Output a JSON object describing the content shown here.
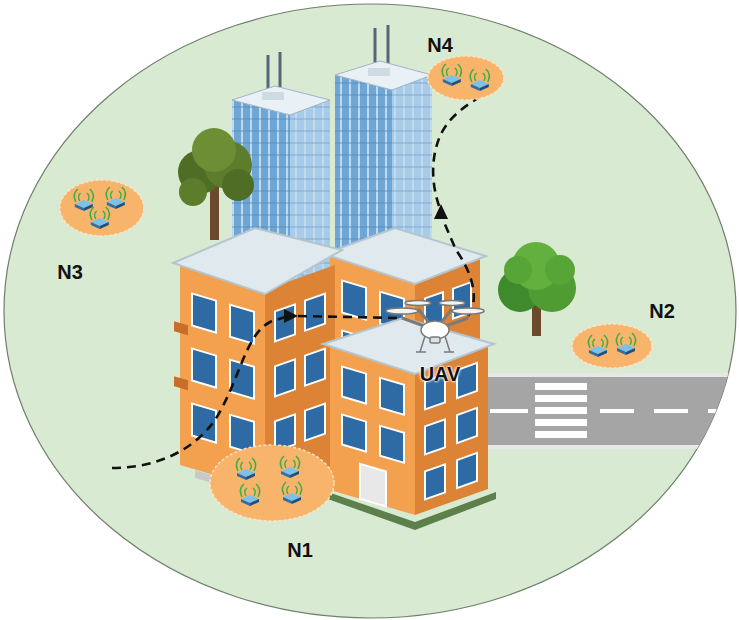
{
  "diagram": {
    "nodes": [
      {
        "text": [
          "N4"
        ]
      },
      {
        "text": [
          "N3"
        ]
      },
      {
        "text": [
          "N2"
        ]
      },
      {
        "text": [
          "N1"
        ]
      }
    ],
    "labels": [
      "UAV"
    ]
  }
}
